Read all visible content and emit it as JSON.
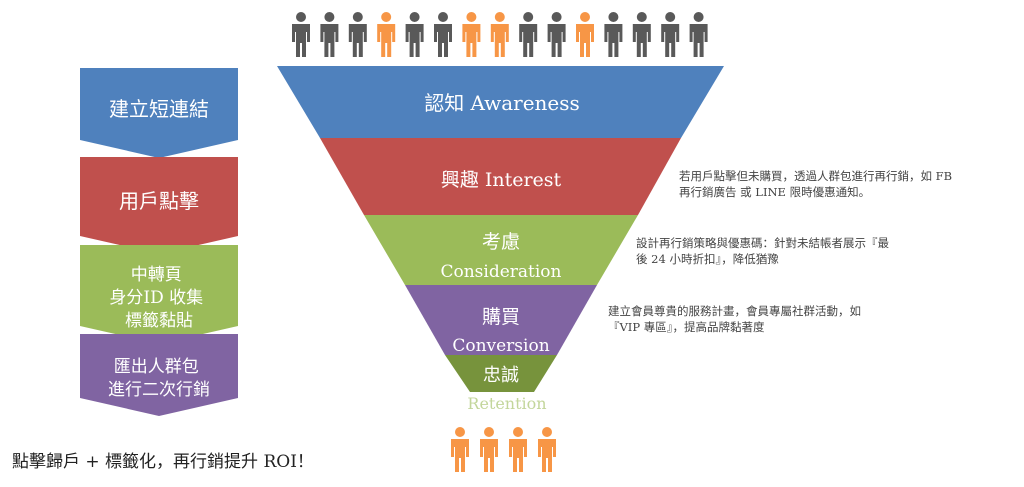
{
  "colors": {
    "blue": "#4f81bd",
    "red": "#c0504d",
    "green": "#9bbb59",
    "purple": "#8064a2",
    "olive": "#77933c",
    "gray_person": "#595959",
    "orange_person": "#f79646",
    "retention_label": "#c3d69b"
  },
  "people": {
    "top": [
      "gray",
      "gray",
      "gray",
      "orange",
      "gray",
      "gray",
      "orange",
      "orange",
      "gray",
      "gray",
      "orange",
      "gray",
      "gray",
      "gray",
      "gray"
    ],
    "bottom": [
      "orange",
      "orange",
      "orange",
      "orange"
    ]
  },
  "process_steps": [
    {
      "lines": [
        "建立短連結"
      ],
      "color": "blue",
      "icon": "chevron-down-icon"
    },
    {
      "lines": [
        "用戶點擊"
      ],
      "color": "red",
      "icon": "chevron-down-icon"
    },
    {
      "lines": [
        "中轉頁",
        "身分ID 收集",
        "標籤黏貼"
      ],
      "color": "green",
      "icon": "chevron-down-icon"
    },
    {
      "lines": [
        "匯出人群包",
        "進行二次行銷"
      ],
      "color": "purple",
      "icon": "chevron-down-icon"
    }
  ],
  "funnel": {
    "awareness": {
      "label": "認知 Awareness"
    },
    "interest": {
      "label": "興趣 Interest"
    },
    "consideration": {
      "label_zh": "考慮",
      "label_en": "Consideration"
    },
    "conversion": {
      "label_zh": "購買",
      "label_en": "Conversion"
    },
    "loyalty": {
      "label_zh": "忠誠",
      "label_en": "Retention"
    }
  },
  "notes": [
    {
      "lines": [
        "若用戶點擊但未購買，透過人群包進行再行銷，如 FB",
        "再行銷廣告 或 LINE 限時優惠通知。"
      ]
    },
    {
      "lines": [
        "設計再行銷策略與優惠碼：針對未結帳者展示『最",
        "後 24 小時折扣』，降低猶豫"
      ]
    },
    {
      "lines": [
        "建立會員尊貴的服務計畫，會員專屬社群活動，如",
        "『VIP 專區』，提高品牌黏著度"
      ]
    }
  ],
  "tagline": "點擊歸戶 + 標籤化，再行銷提升 ROI！"
}
